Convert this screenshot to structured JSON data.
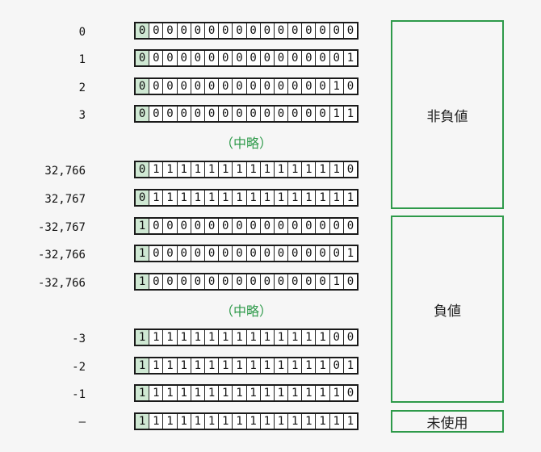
{
  "rows": [
    {
      "label": "0",
      "bits": "0000000000000000"
    },
    {
      "label": "1",
      "bits": "0000000000000001"
    },
    {
      "label": "2",
      "bits": "0000000000000010"
    },
    {
      "label": "3",
      "bits": "0000000000000011"
    },
    {
      "label": "32,766",
      "bits": "0111111111111110"
    },
    {
      "label": "32,767",
      "bits": "0111111111111111"
    },
    {
      "label": "-32,767",
      "bits": "1000000000000000"
    },
    {
      "label": "-32,766",
      "bits": "1000000000000001"
    },
    {
      "label": "-32,766",
      "bits": "1000000000000010"
    },
    {
      "label": "-3",
      "bits": "1111111111111100"
    },
    {
      "label": "-2",
      "bits": "1111111111111101"
    },
    {
      "label": "-1",
      "bits": "1111111111111110"
    },
    {
      "label": "—",
      "bits": "1111111111111111"
    }
  ],
  "omissions": [
    "（中略）",
    "（中略）"
  ],
  "ranges": {
    "non_negative": "非負値",
    "negative": "負値",
    "unused": "未使用"
  },
  "colors": {
    "accent_green": "#2e9a4a",
    "sign_bit_fill": "#cfe8d3"
  }
}
